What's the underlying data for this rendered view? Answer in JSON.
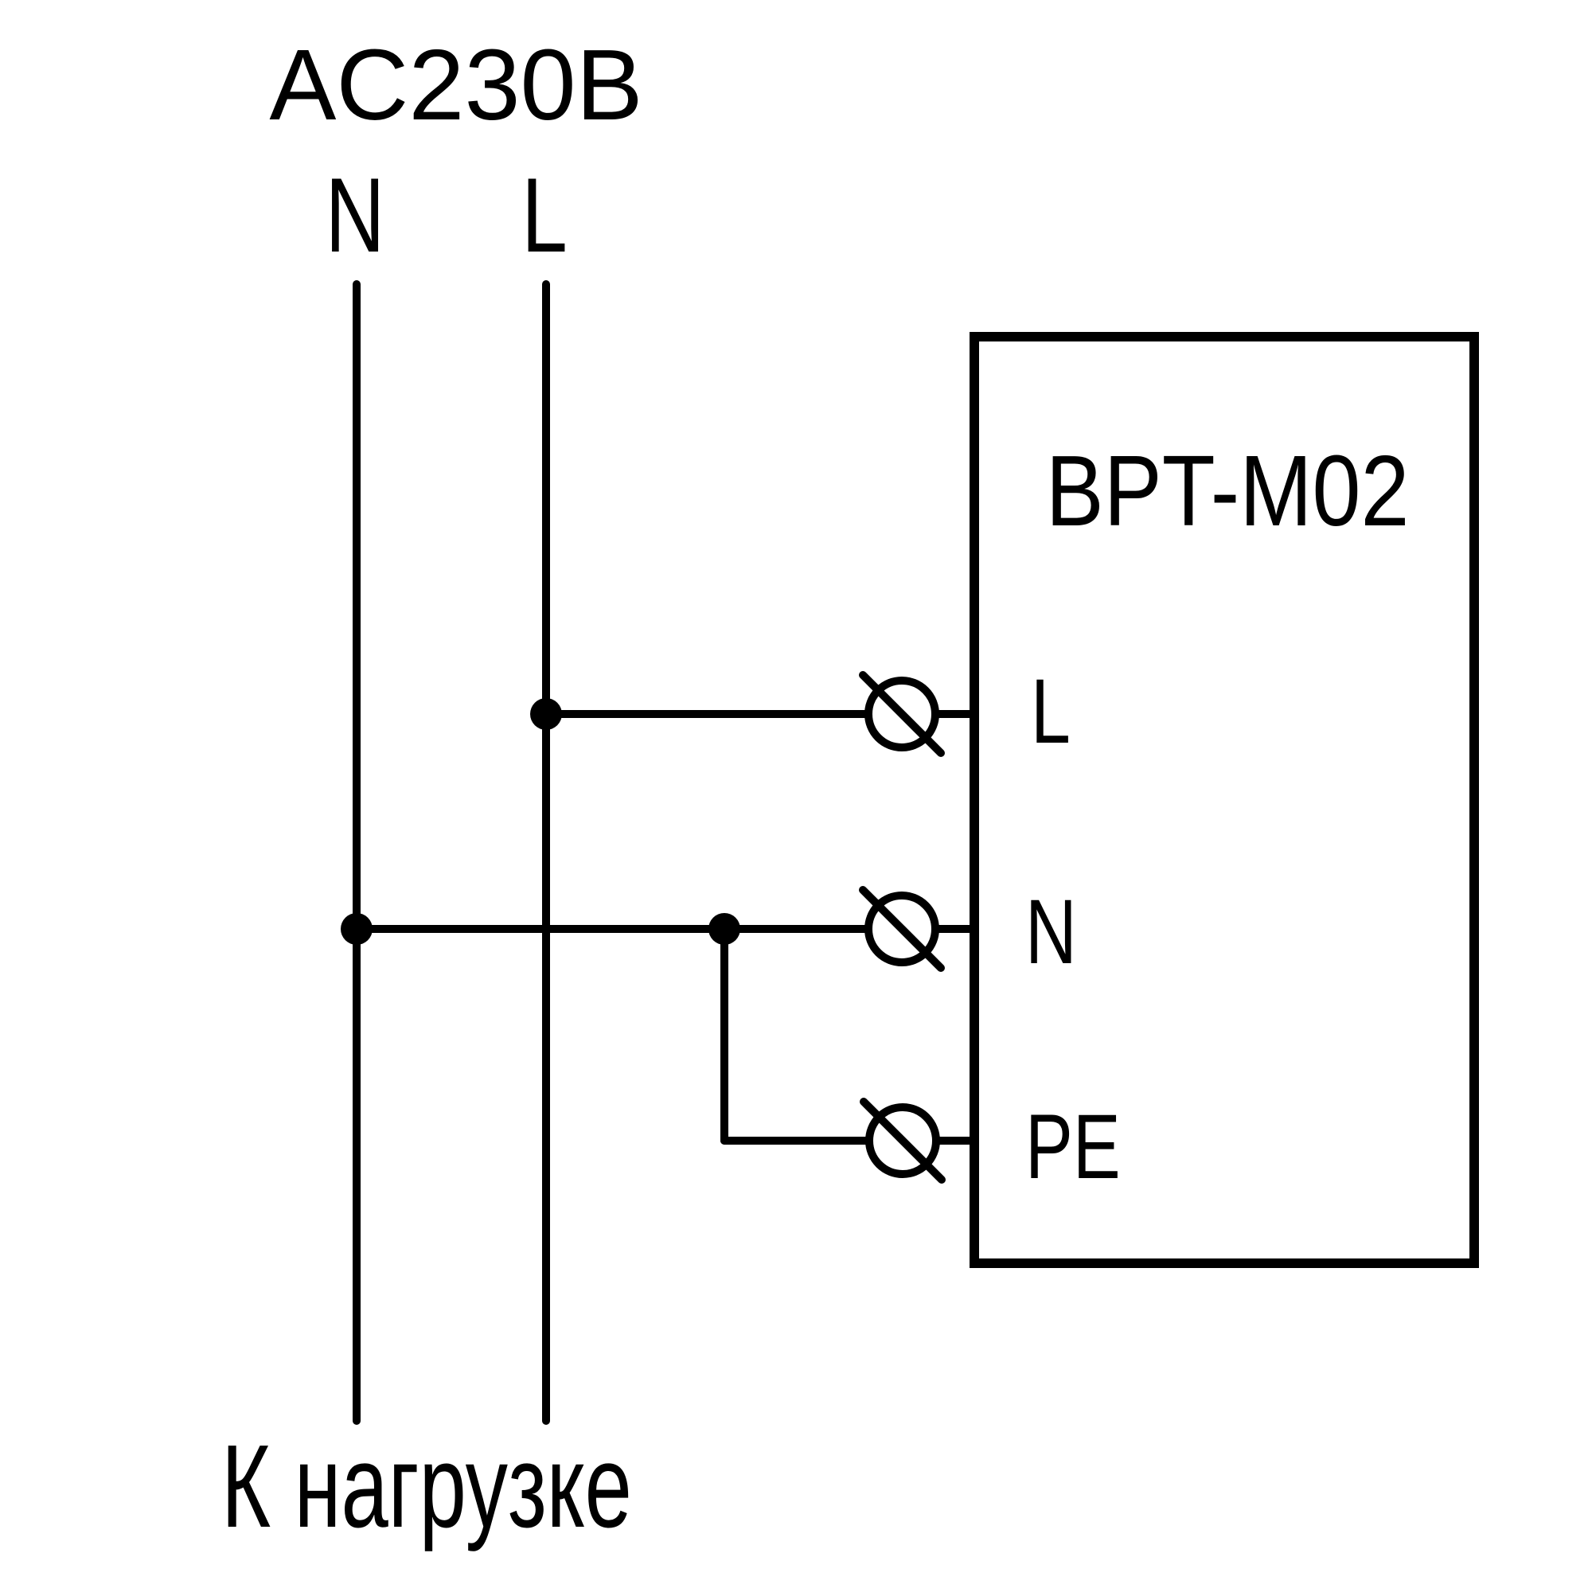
{
  "colors": {
    "foreground": "#000000",
    "background": "#ffffff"
  },
  "diagram": {
    "power_label": "AC230B",
    "supply": {
      "neutral": "N",
      "line": "L"
    },
    "device": {
      "name": "BPT-M02",
      "terminals": [
        {
          "label": "L"
        },
        {
          "label": "N"
        },
        {
          "label": "PE"
        }
      ]
    },
    "load_label": "К нагрузке"
  }
}
